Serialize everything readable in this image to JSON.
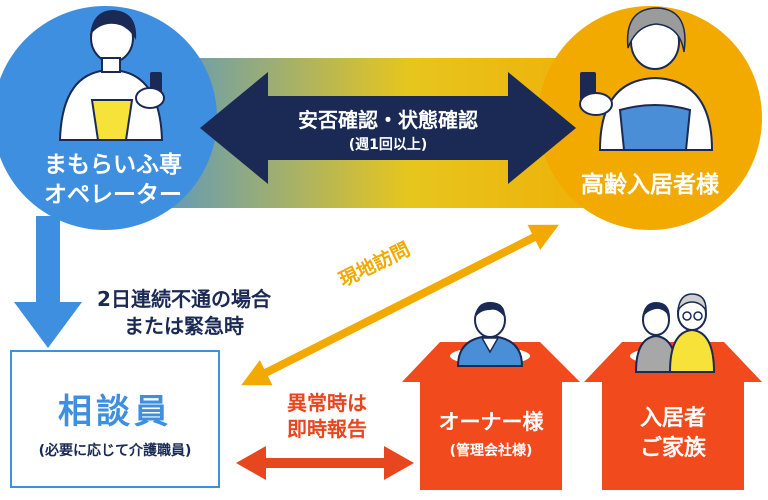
{
  "operator": {
    "line1": "まもらいふ専",
    "line2": "オペレーター"
  },
  "resident": {
    "label": "高齢入居者様"
  },
  "check": {
    "title": "安否確認・状態確認",
    "sub": "(週1回以上)"
  },
  "escalation": {
    "line1": "2日連続不通の場合",
    "line2": "または緊急時"
  },
  "visit": {
    "label": "現地訪問"
  },
  "consultant": {
    "title": "相談員",
    "sub": "(必要に応じて介護職員)"
  },
  "report": {
    "line1": "異常時は",
    "line2": "即時報告"
  },
  "owner": {
    "title": "オーナー様",
    "sub": "(管理会社様)"
  },
  "family": {
    "line1": "入居者",
    "line2": "ご家族"
  },
  "colors": {
    "operator_blue": "#3f8fe0",
    "resident_orange": "#f2a900",
    "navy_arrow": "#1a2a55",
    "house_red": "#f04a1d",
    "report_arrow": "#e8461f"
  }
}
